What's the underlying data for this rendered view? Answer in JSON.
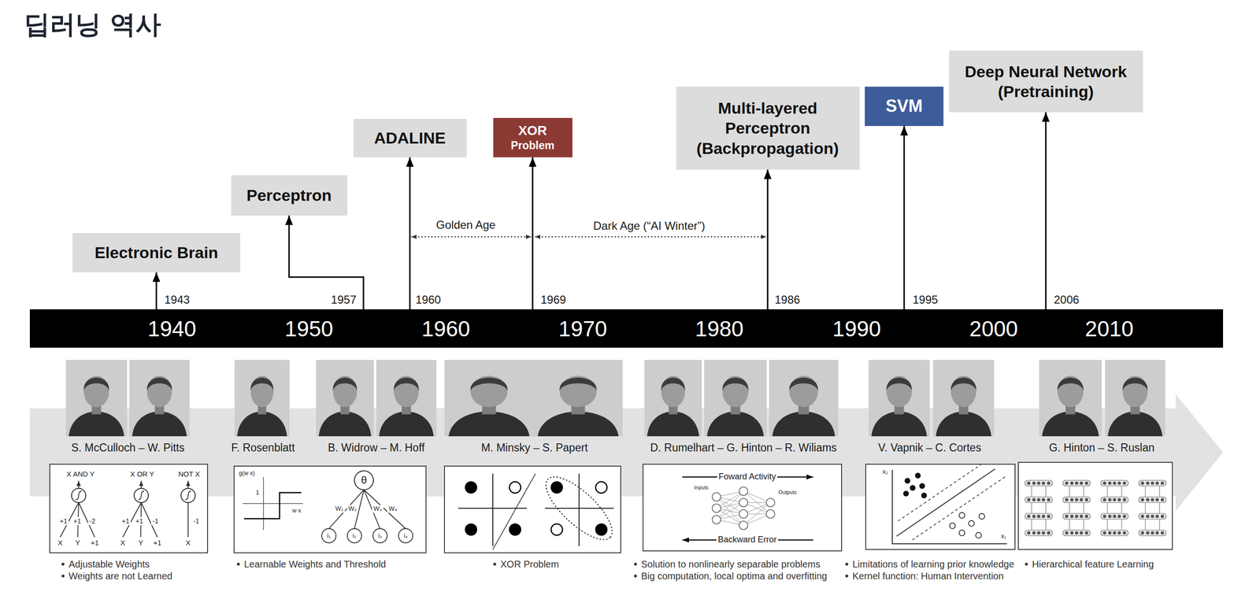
{
  "diagram": {
    "title": "딥러닝 역사",
    "nodes": [
      {
        "text": [
          "Electronic Brain"
        ]
      },
      {
        "text": [
          "Perceptron"
        ]
      },
      {
        "text": [
          "ADALINE"
        ]
      },
      {
        "text": [
          "XOR",
          "Problem"
        ]
      },
      {
        "text": [
          "Multi-layered Perceptron (Backpropagation)"
        ]
      },
      {
        "text": [
          "SVM"
        ]
      },
      {
        "text": [
          "Deep Neural Network (Pretraining)"
        ]
      },
      {
        "text": [
          "1940",
          "1950",
          "1960",
          "1970",
          "1980",
          "1990",
          "2000",
          "2010"
        ]
      }
    ],
    "edges": [
      {
        "from": 7,
        "to": 0,
        "arrow": "to"
      },
      {
        "from": 7,
        "to": 1,
        "arrow": "to"
      },
      {
        "from": 7,
        "to": 2,
        "arrow": "to"
      },
      {
        "from": 7,
        "to": 3,
        "arrow": "to"
      },
      {
        "from": 7,
        "to": 4,
        "arrow": "to"
      },
      {
        "from": 7,
        "to": 5,
        "arrow": "to"
      },
      {
        "from": 7,
        "to": 6,
        "arrow": "to"
      }
    ],
    "labels": [
      "1943",
      "1957",
      "1960",
      "1969",
      "1986",
      "1995",
      "2006",
      "Golden Age",
      "Dark Age (“AI Winter”)",
      "S. McCulloch – W. Pitts",
      "F. Rosenblatt",
      "B. Widrow – M. Hoff",
      "M. Minsky – S. Papert",
      "D. Rumelhart – G. Hinton – R. Wiliams",
      "V. Vapnik – C. Cortes",
      "G. Hinton – S. Ruslan",
      "X AND Y",
      "X OR Y",
      "NOT X",
      "+1",
      "+1",
      "-2",
      "+1",
      "+1",
      "-1",
      "-1",
      "X",
      "Y",
      "+1",
      "X",
      "Y",
      "+1",
      "X",
      "g(w·x)",
      "1",
      "w·x",
      "θ",
      "W₁",
      "W₂",
      "W₃",
      "W₄",
      "i₁",
      "i₂",
      "i₃",
      "i₄",
      "Foward Activity",
      "Backward Error",
      "Inputs",
      "Outputs",
      "x₂",
      "x₁",
      "Adjustable Weights",
      "Weights are not Learned",
      "Learnable Weights and Threshold",
      "XOR Problem",
      "Solution to nonlinearly separable problems",
      "Big computation, local optima and overfitting",
      "Limitations of learning prior knowledge",
      "Kernel function: Human Intervention",
      "Hierarchical feature Learning"
    ]
  }
}
